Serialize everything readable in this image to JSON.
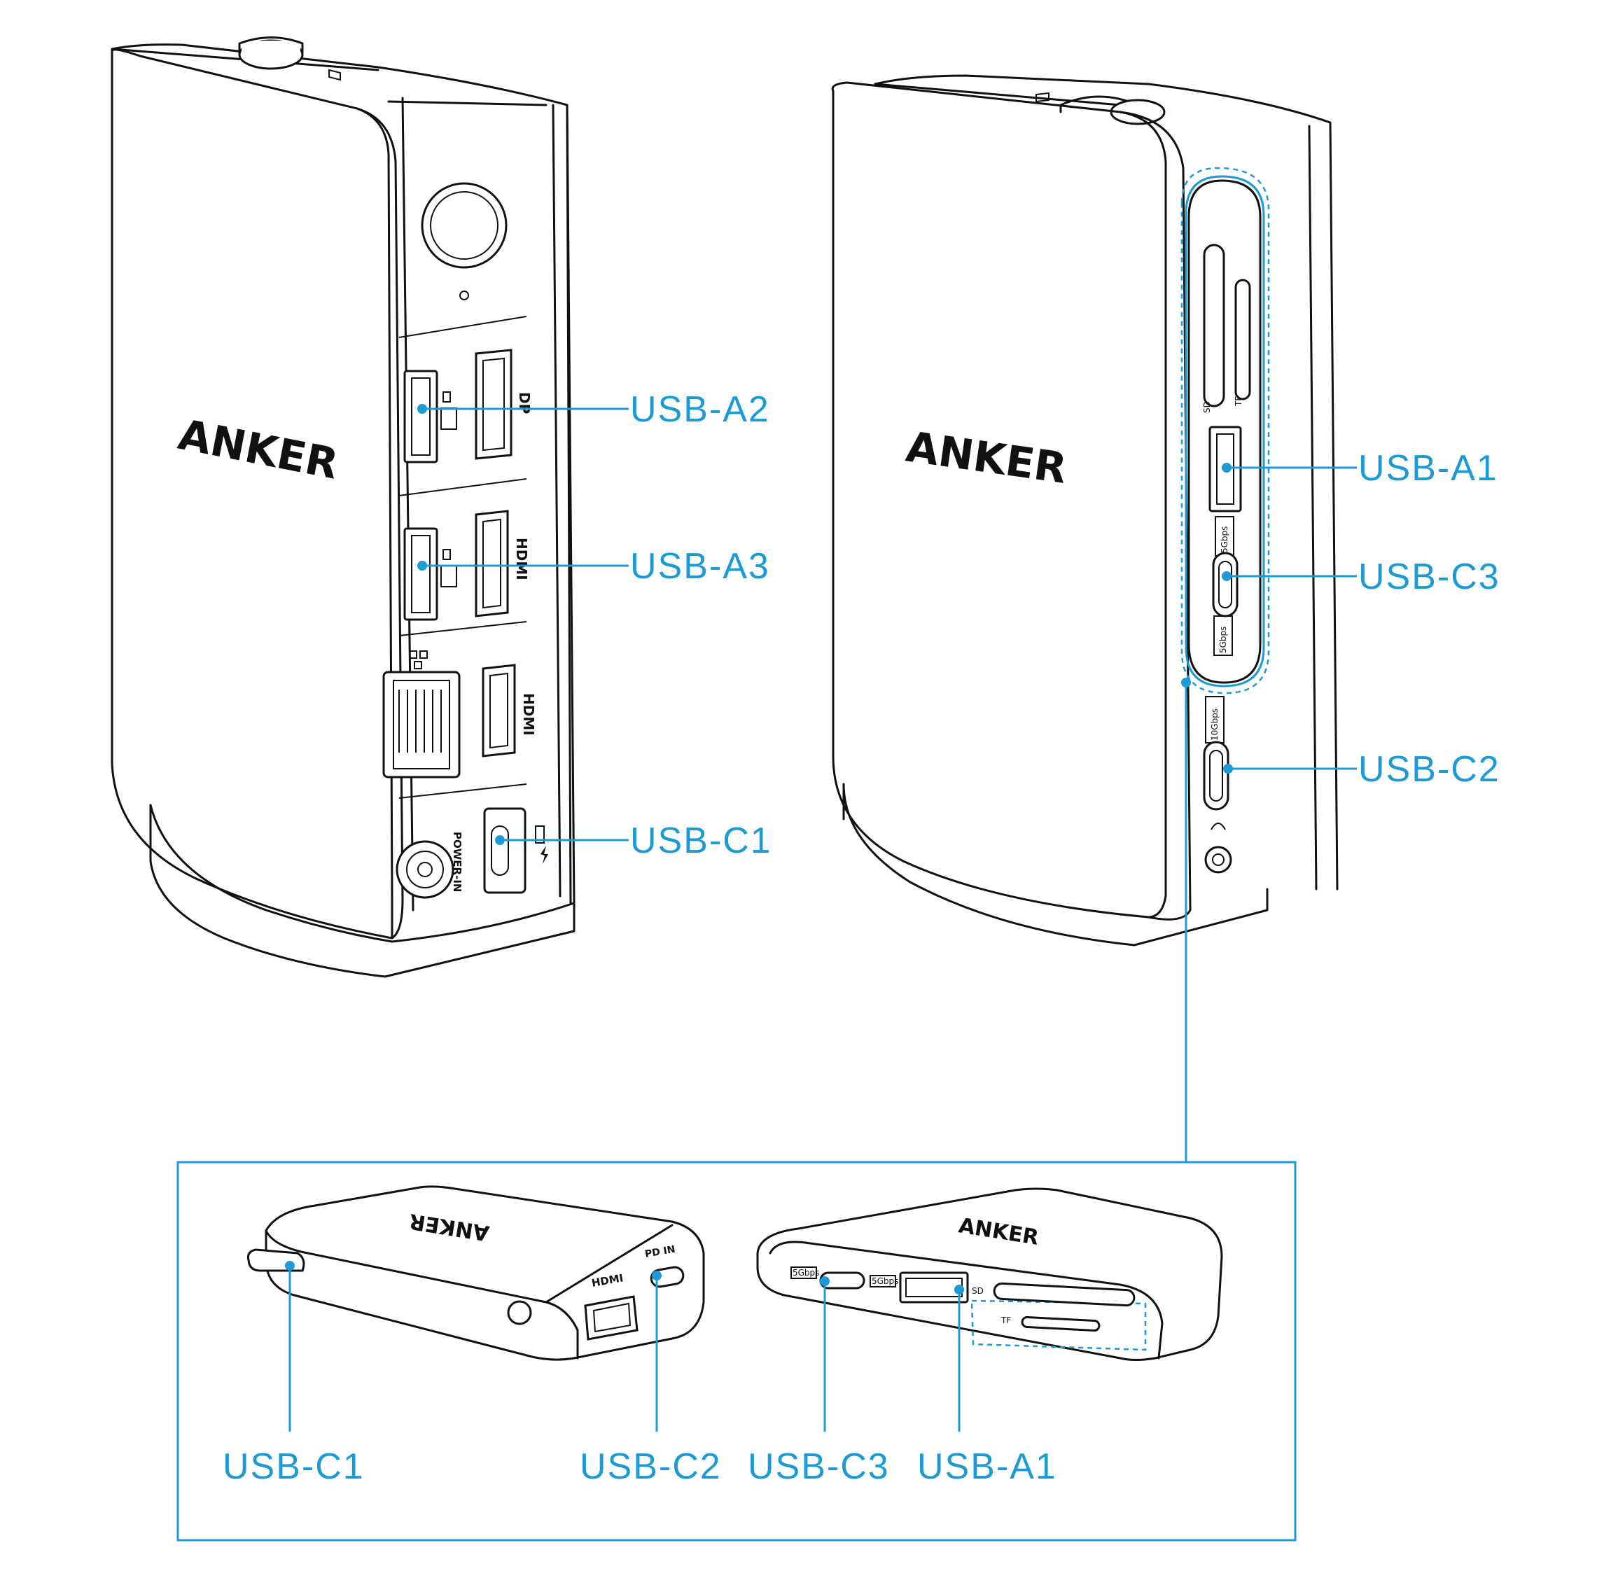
{
  "brand": "ANKER",
  "port_labels": {
    "dp": "DP",
    "hdmi": "HDMI",
    "power_in": "POWER-IN",
    "sd": "SD",
    "tf": "TF",
    "gbps5": "5Gbps",
    "gbps10": "10Gbps",
    "pd_in": "PD IN"
  },
  "callouts": {
    "usb_a2": "USB-A2",
    "usb_a3": "USB-A3",
    "usb_c1": "USB-C1",
    "usb_a1": "USB-A1",
    "usb_c3": "USB-C3",
    "usb_c2": "USB-C2"
  },
  "inset_callouts": {
    "usb_c1": "USB-C1",
    "usb_c2": "USB-C2",
    "usb_c3": "USB-C3",
    "usb_a1": "USB-A1"
  },
  "colors": {
    "callout": "#1b9ad6",
    "outline": "#111111",
    "background": "#ffffff"
  }
}
